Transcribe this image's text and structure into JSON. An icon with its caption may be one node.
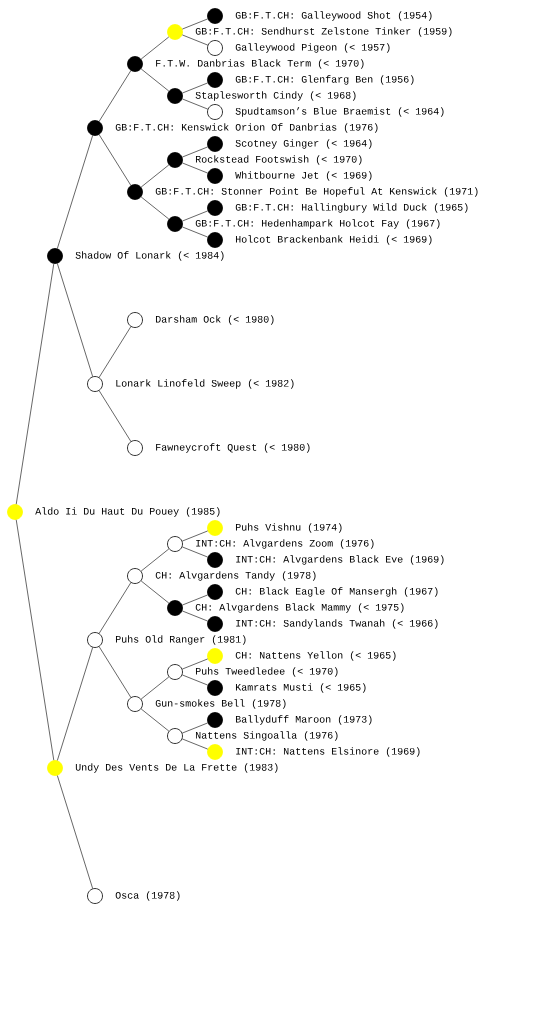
{
  "diagram": {
    "nodes": [
      {
        "text": [
          "GB:F.T.CH: Galleywood Shot (1954)"
        ]
      },
      {
        "text": [
          "GB:F.T.CH: Sendhurst Zelstone Tinker (1959)"
        ]
      },
      {
        "text": [
          "Galleywood Pigeon (< 1957)"
        ]
      },
      {
        "text": [
          "F.T.W. Danbrias Black Term (< 1970)"
        ]
      },
      {
        "text": [
          "GB:F.T.CH: Glenfarg Ben (1956)"
        ]
      },
      {
        "text": [
          "Staplesworth Cindy (< 1968)"
        ]
      },
      {
        "text": [
          "Spudtamson’s Blue Braemist (< 1964)"
        ]
      },
      {
        "text": [
          "GB:F.T.CH: Kenswick Orion Of Danbrias (1976)"
        ]
      },
      {
        "text": [
          "Scotney Ginger (< 1964)"
        ]
      },
      {
        "text": [
          "Rockstead Footswish (< 1970)"
        ]
      },
      {
        "text": [
          "Whitbourne Jet (< 1969)"
        ]
      },
      {
        "text": [
          "GB:F.T.CH: Stonner Point Be Hopeful At Kenswick (1971)"
        ]
      },
      {
        "text": [
          "GB:F.T.CH: Hallingbury Wild Duck (1965)"
        ]
      },
      {
        "text": [
          "GB:F.T.CH: Hedenhampark Holcot Fay (1967)"
        ]
      },
      {
        "text": [
          "Holcot Brackenbank Heidi (< 1969)"
        ]
      },
      {
        "text": [
          "Shadow Of Lonark (< 1984)"
        ]
      },
      {
        "text": [
          "Darsham Ock (< 1980)"
        ]
      },
      {
        "text": [
          "Lonark Linofeld Sweep (< 1982)"
        ]
      },
      {
        "text": [
          "Fawneycroft Quest (< 1980)"
        ]
      },
      {
        "text": [
          "Aldo Ii Du Haut Du Pouey (1985)"
        ]
      },
      {
        "text": [
          "Puhs Vishnu (1974)"
        ]
      },
      {
        "text": [
          "INT:CH: Alvgardens Zoom (1976)"
        ]
      },
      {
        "text": [
          "INT:CH: Alvgardens Black Eve (1969)"
        ]
      },
      {
        "text": [
          "CH: Alvgardens Tandy (1978)"
        ]
      },
      {
        "text": [
          "CH: Black Eagle Of Mansergh (1967)"
        ]
      },
      {
        "text": [
          "CH: Alvgardens Black Mammy (< 1975)"
        ]
      },
      {
        "text": [
          "INT:CH: Sandylands Twanah (< 1966)"
        ]
      },
      {
        "text": [
          "Puhs Old Ranger (1981)"
        ]
      },
      {
        "text": [
          "CH: Nattens Yellon (< 1965)"
        ]
      },
      {
        "text": [
          "Puhs Tweedledee (< 1970)"
        ]
      },
      {
        "text": [
          "Kamrats Musti (< 1965)"
        ]
      },
      {
        "text": [
          "Gun-smokes Bell (1978)"
        ]
      },
      {
        "text": [
          "Ballyduff Maroon (1973)"
        ]
      },
      {
        "text": [
          "Nattens Singoalla (1976)"
        ]
      },
      {
        "text": [
          "INT:CH: Nattens Elsinore (1969)"
        ]
      },
      {
        "text": [
          "Undy Des Vents De La Frette (1983)"
        ]
      },
      {
        "text": [
          "Osca (1978)"
        ]
      }
    ],
    "edges": [
      {
        "from": 19,
        "to": 15,
        "arrow": "none"
      },
      {
        "from": 19,
        "to": 35,
        "arrow": "none"
      },
      {
        "from": 15,
        "to": 7,
        "arrow": "none"
      },
      {
        "from": 15,
        "to": 17,
        "arrow": "none"
      },
      {
        "from": 7,
        "to": 3,
        "arrow": "none"
      },
      {
        "from": 7,
        "to": 11,
        "arrow": "none"
      },
      {
        "from": 3,
        "to": 1,
        "arrow": "none"
      },
      {
        "from": 3,
        "to": 5,
        "arrow": "none"
      },
      {
        "from": 1,
        "to": 0,
        "arrow": "none"
      },
      {
        "from": 1,
        "to": 2,
        "arrow": "none"
      },
      {
        "from": 5,
        "to": 4,
        "arrow": "none"
      },
      {
        "from": 5,
        "to": 6,
        "arrow": "none"
      },
      {
        "from": 11,
        "to": 9,
        "arrow": "none"
      },
      {
        "from": 11,
        "to": 13,
        "arrow": "none"
      },
      {
        "from": 9,
        "to": 8,
        "arrow": "none"
      },
      {
        "from": 9,
        "to": 10,
        "arrow": "none"
      },
      {
        "from": 13,
        "to": 12,
        "arrow": "none"
      },
      {
        "from": 13,
        "to": 14,
        "arrow": "none"
      },
      {
        "from": 17,
        "to": 16,
        "arrow": "none"
      },
      {
        "from": 17,
        "to": 18,
        "arrow": "none"
      },
      {
        "from": 35,
        "to": 27,
        "arrow": "none"
      },
      {
        "from": 35,
        "to": 36,
        "arrow": "none"
      },
      {
        "from": 27,
        "to": 23,
        "arrow": "none"
      },
      {
        "from": 27,
        "to": 31,
        "arrow": "none"
      },
      {
        "from": 23,
        "to": 21,
        "arrow": "none"
      },
      {
        "from": 23,
        "to": 25,
        "arrow": "none"
      },
      {
        "from": 21,
        "to": 20,
        "arrow": "none"
      },
      {
        "from": 21,
        "to": 22,
        "arrow": "none"
      },
      {
        "from": 25,
        "to": 24,
        "arrow": "none"
      },
      {
        "from": 25,
        "to": 26,
        "arrow": "none"
      },
      {
        "from": 31,
        "to": 29,
        "arrow": "none"
      },
      {
        "from": 31,
        "to": 33,
        "arrow": "none"
      },
      {
        "from": 29,
        "to": 28,
        "arrow": "none"
      },
      {
        "from": 29,
        "to": 30,
        "arrow": "none"
      },
      {
        "from": 33,
        "to": 32,
        "arrow": "none"
      },
      {
        "from": 33,
        "to": 34,
        "arrow": "none"
      }
    ]
  }
}
